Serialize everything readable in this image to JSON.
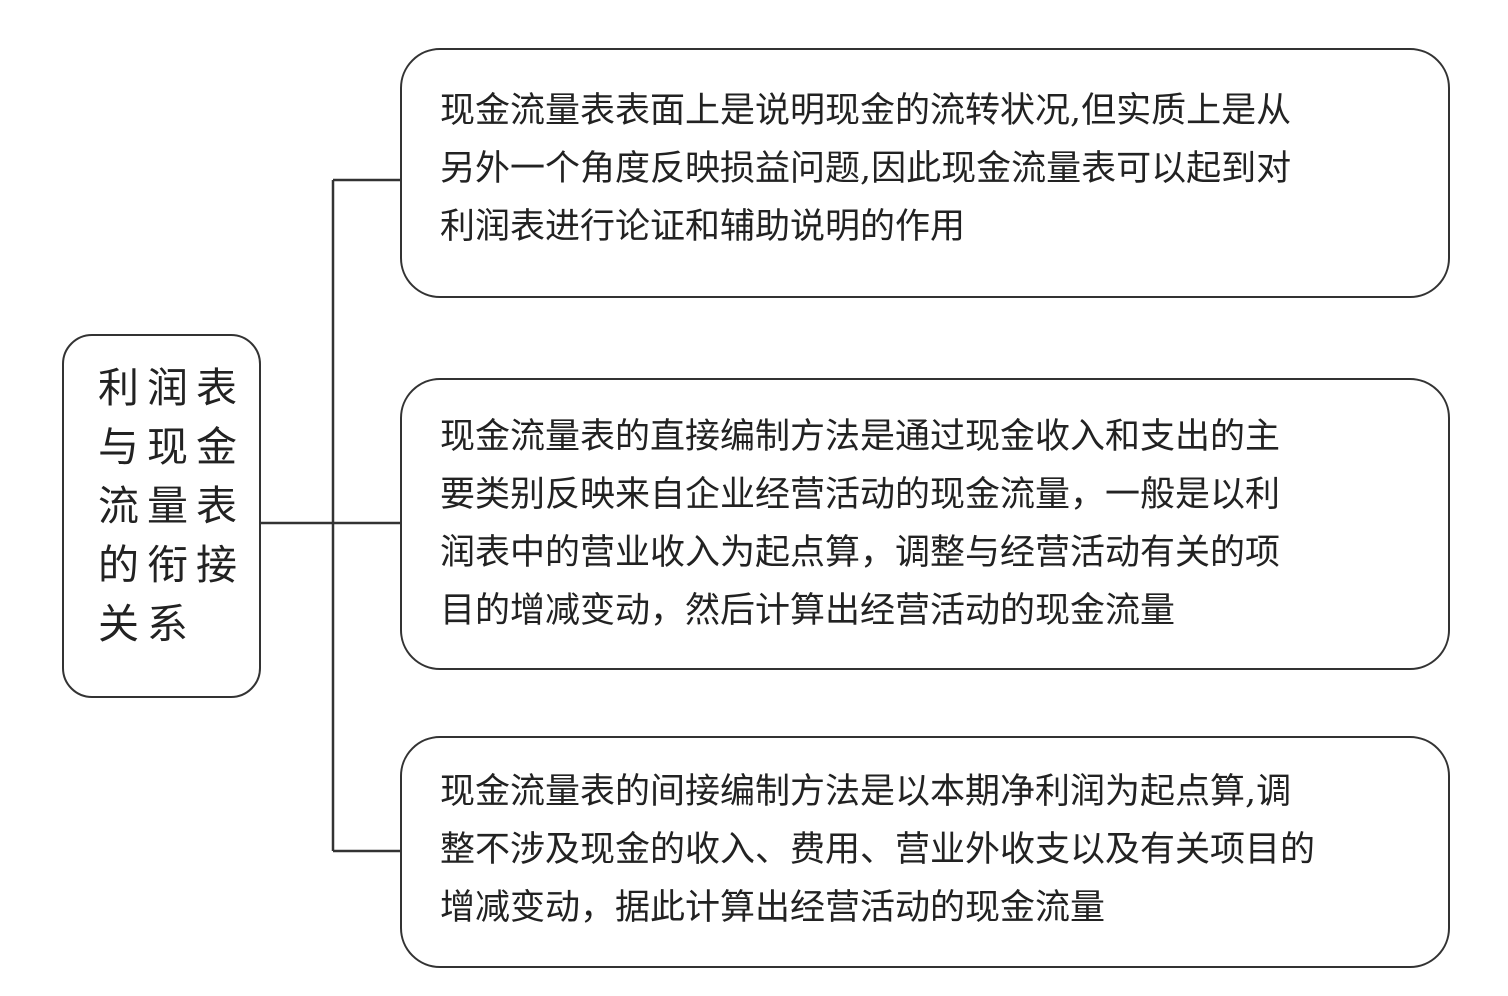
{
  "root": {
    "lines": [
      "利润表",
      "与现金",
      "流量表",
      "的衔接",
      "关系"
    ]
  },
  "branches": [
    {
      "lines": [
        "现金流量表表面上是说明现金的流转状况,但实质上是从",
        "另外一个角度反映损益问题,因此现金流量表可以起到对",
        "利润表进行论证和辅助说明的作用"
      ]
    },
    {
      "lines": [
        "现金流量表的直接编制方法是通过现金收入和支出的主",
        "要类别反映来自企业经营活动的现金流量，一般是以利",
        "润表中的营业收入为起点算，调整与经营活动有关的项",
        "目的增减变动，然后计算出经营活动的现金流量"
      ]
    },
    {
      "lines": [
        "现金流量表的间接编制方法是以本期净利润为起点算,调",
        "整不涉及现金的收入、费用、营业外收支以及有关项目的",
        "增减变动，据此计算出经营活动的现金流量"
      ]
    }
  ]
}
